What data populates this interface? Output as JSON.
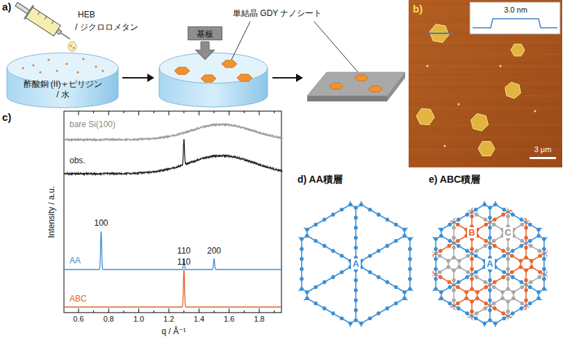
{
  "diagram": {
    "nodes": [
      {
        "text": [
          "基板"
        ]
      },
      {
        "text": [
          "酢酸銅 (II)＋ピリジン / 水"
        ]
      }
    ],
    "labels": [
      "a)",
      "HEB",
      "/ ジクロロメタン",
      "単結晶 GDY ナノシート",
      "b)",
      "3.0 nm",
      "3 μm",
      "c)",
      "bare Si(100)",
      "obs.",
      "100",
      "110",
      "200",
      "AA",
      "110",
      "ABC",
      "Intensity / a.u.",
      "q / Å⁻¹",
      "0.6",
      "0.8",
      "1.0",
      "1.2",
      "1.4",
      "1.6",
      "1.8",
      "d) AA積層",
      "e) ABC積層",
      "A",
      "A",
      "B",
      "C"
    ]
  }
}
